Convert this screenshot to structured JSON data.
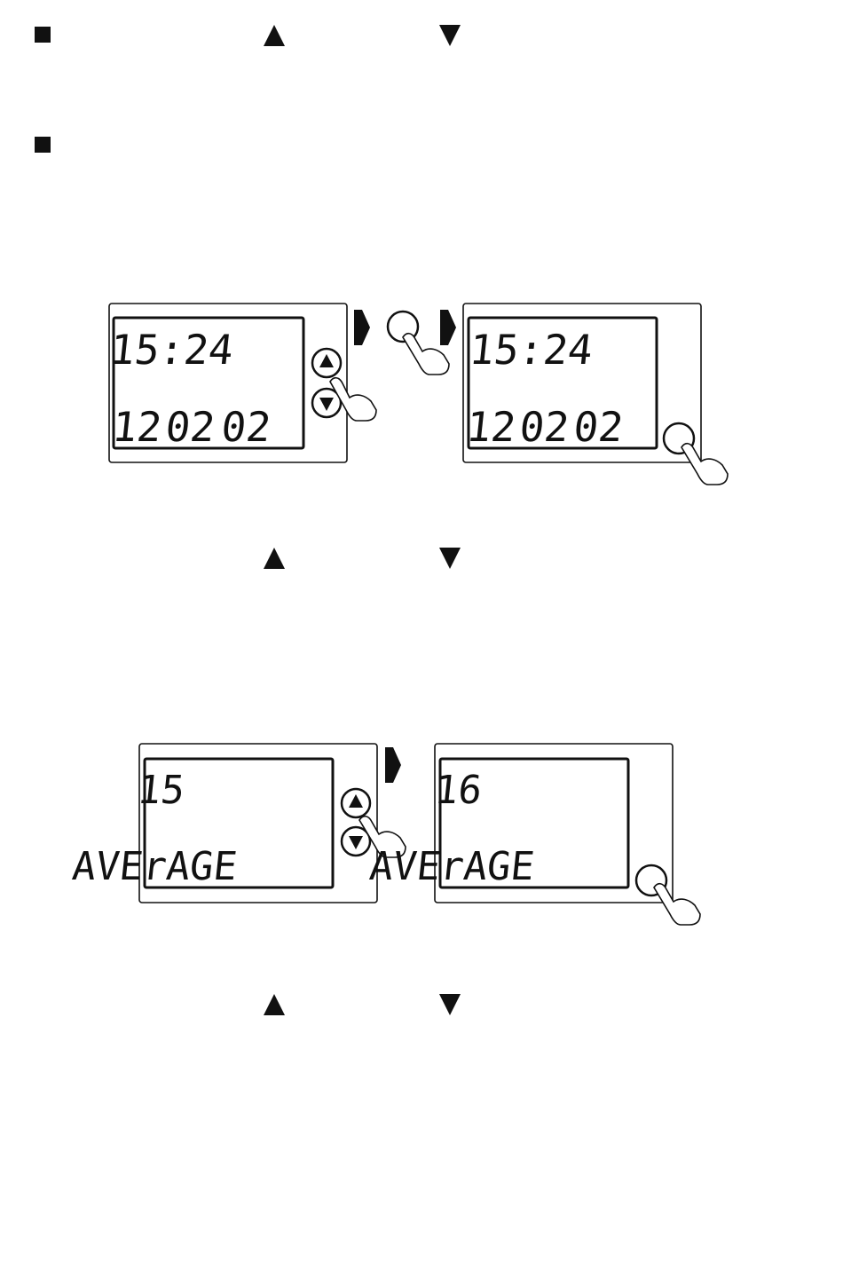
{
  "symbols": {
    "bullet": "square-bullet-icon",
    "up": "triangle-up-icon",
    "down": "triangle-down-icon",
    "next": "arrow-right-icon",
    "press": "pointing-hand-icon"
  },
  "colors": {
    "ink": "#111111",
    "blink": "#8a8a8a",
    "panel": "#ffffff"
  },
  "diagram1": {
    "before": {
      "time": "15:24",
      "date": [
        "12",
        "02",
        "02"
      ]
    },
    "after": {
      "time": "15:24",
      "date": [
        "12",
        "02",
        "02"
      ]
    }
  },
  "diagram2": {
    "before": {
      "value": "15",
      "mode": "AVErAGE"
    },
    "after": {
      "value": "16",
      "mode": "AVErAGE"
    }
  }
}
